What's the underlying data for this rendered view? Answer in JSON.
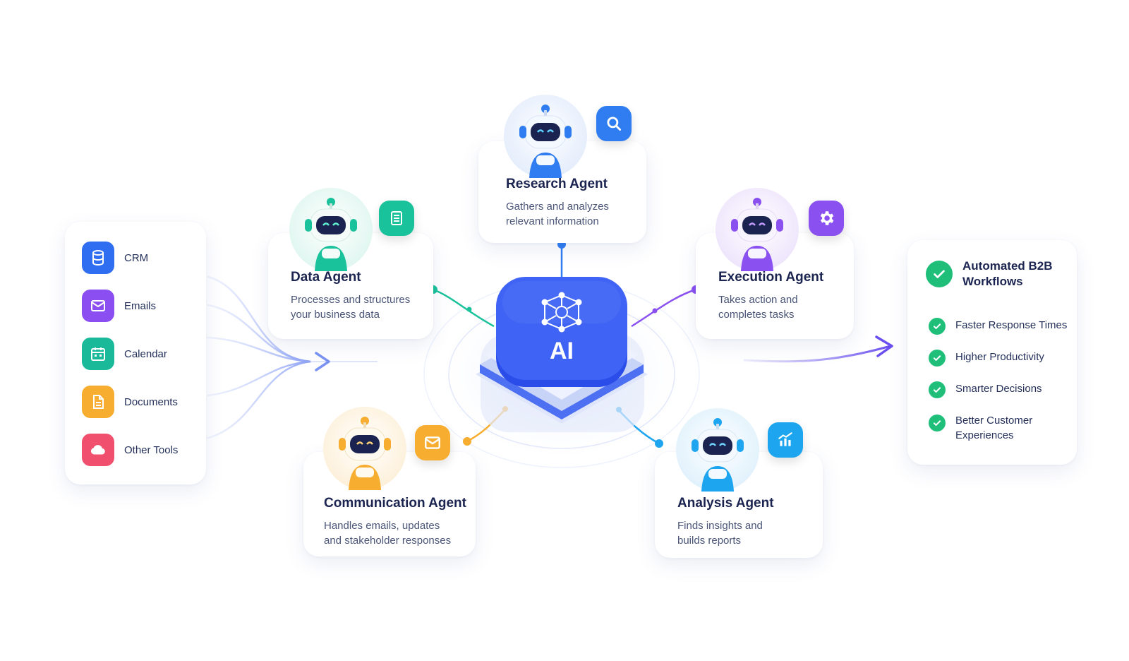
{
  "center": {
    "label": "AI",
    "color": "#3558f0"
  },
  "sources": {
    "items": [
      {
        "label": "CRM",
        "icon": "database-icon",
        "color": "#2f6ef0"
      },
      {
        "label": "Emails",
        "icon": "mail-icon",
        "color": "#8b4ef0"
      },
      {
        "label": "Calendar",
        "icon": "calendar-icon",
        "color": "#19b99a"
      },
      {
        "label": "Documents",
        "icon": "document-icon",
        "color": "#f7ad2f"
      },
      {
        "label": "Other Tools",
        "icon": "cloud-icon",
        "color": "#f0506e"
      }
    ]
  },
  "agents": {
    "research": {
      "title": "Research Agent",
      "description": "Gathers and analyzes relevant information",
      "icon": "search-icon",
      "color": "#2f7df0"
    },
    "data": {
      "title": "Data Agent",
      "description": "Processes and structures your business data",
      "icon": "document-list-icon",
      "color": "#19c29a"
    },
    "execution": {
      "title": "Execution Agent",
      "description": "Takes action and completes tasks",
      "icon": "gear-icon",
      "color": "#8a50f0"
    },
    "communication": {
      "title": "Communication Agent",
      "description": "Handles emails, updates and stakeholder responses",
      "icon": "mail-icon",
      "color": "#f7ad2f"
    },
    "analysis": {
      "title": "Analysis Agent",
      "description": "Finds insights and builds reports",
      "icon": "chart-icon",
      "color": "#1ea5f0"
    }
  },
  "outcomes": {
    "title": "Automated B2B Workflows",
    "color": "#1fbf7a",
    "items": [
      "Faster Response Times",
      "Higher Productivity",
      "Smarter Decisions",
      "Better Customer Experiences"
    ]
  }
}
